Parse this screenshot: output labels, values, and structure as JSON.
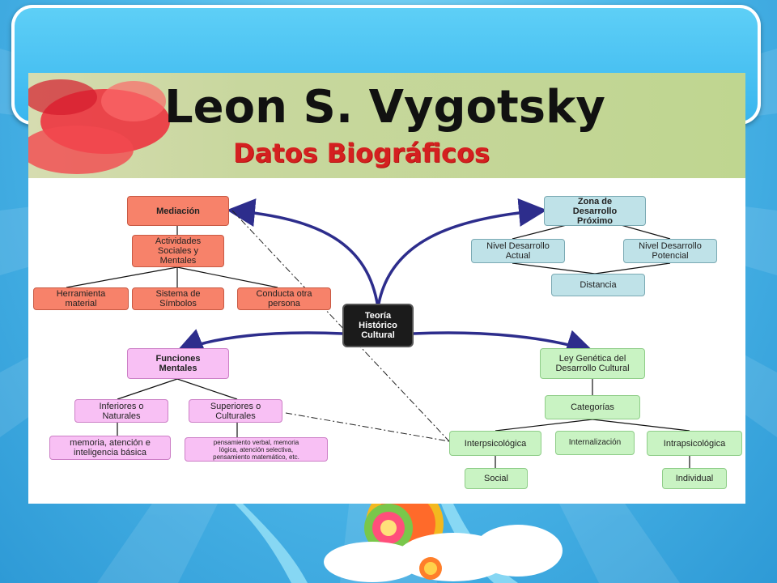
{
  "slide": {
    "title": "Leon S. Vygotsky",
    "subtitle": "Datos Biográficos"
  },
  "map": {
    "center": [
      "Teoría",
      "Histórico",
      "Cultural"
    ],
    "mediacion": {
      "title": "Mediación",
      "child": [
        "Actividades",
        "Sociales y",
        "Mentales"
      ],
      "leaves": [
        [
          "Herramienta",
          "material"
        ],
        [
          "Sistema de",
          "Símbolos"
        ],
        [
          "Conducta otra",
          "persona"
        ]
      ]
    },
    "zona": {
      "title": [
        "Zona de",
        "Desarrollo",
        "Próximo"
      ],
      "actual": [
        "Nivel Desarrollo",
        "Actual"
      ],
      "potencial": [
        "Nivel Desarrollo",
        "Potencial"
      ],
      "distancia": "Distancia"
    },
    "funciones": {
      "title": [
        "Funciones",
        "Mentales"
      ],
      "inferiores": [
        "Inferiores o",
        "Naturales"
      ],
      "superiores": [
        "Superiores o",
        "Culturales"
      ],
      "inferiores_desc": [
        "memoria, atención e",
        "inteligencia básica"
      ],
      "superiores_desc": [
        "pensamiento verbal, memoria",
        "lógica, atención selectiva,",
        "pensamiento matemático, etc."
      ]
    },
    "ley": {
      "title": [
        "Ley Genética del",
        "Desarrollo Cultural"
      ],
      "categorias": "Categorías",
      "inter": "Interpsicológica",
      "internalizacion": "Internalización",
      "intra": "Intrapsicológica",
      "social": "Social",
      "individual": "Individual"
    }
  }
}
